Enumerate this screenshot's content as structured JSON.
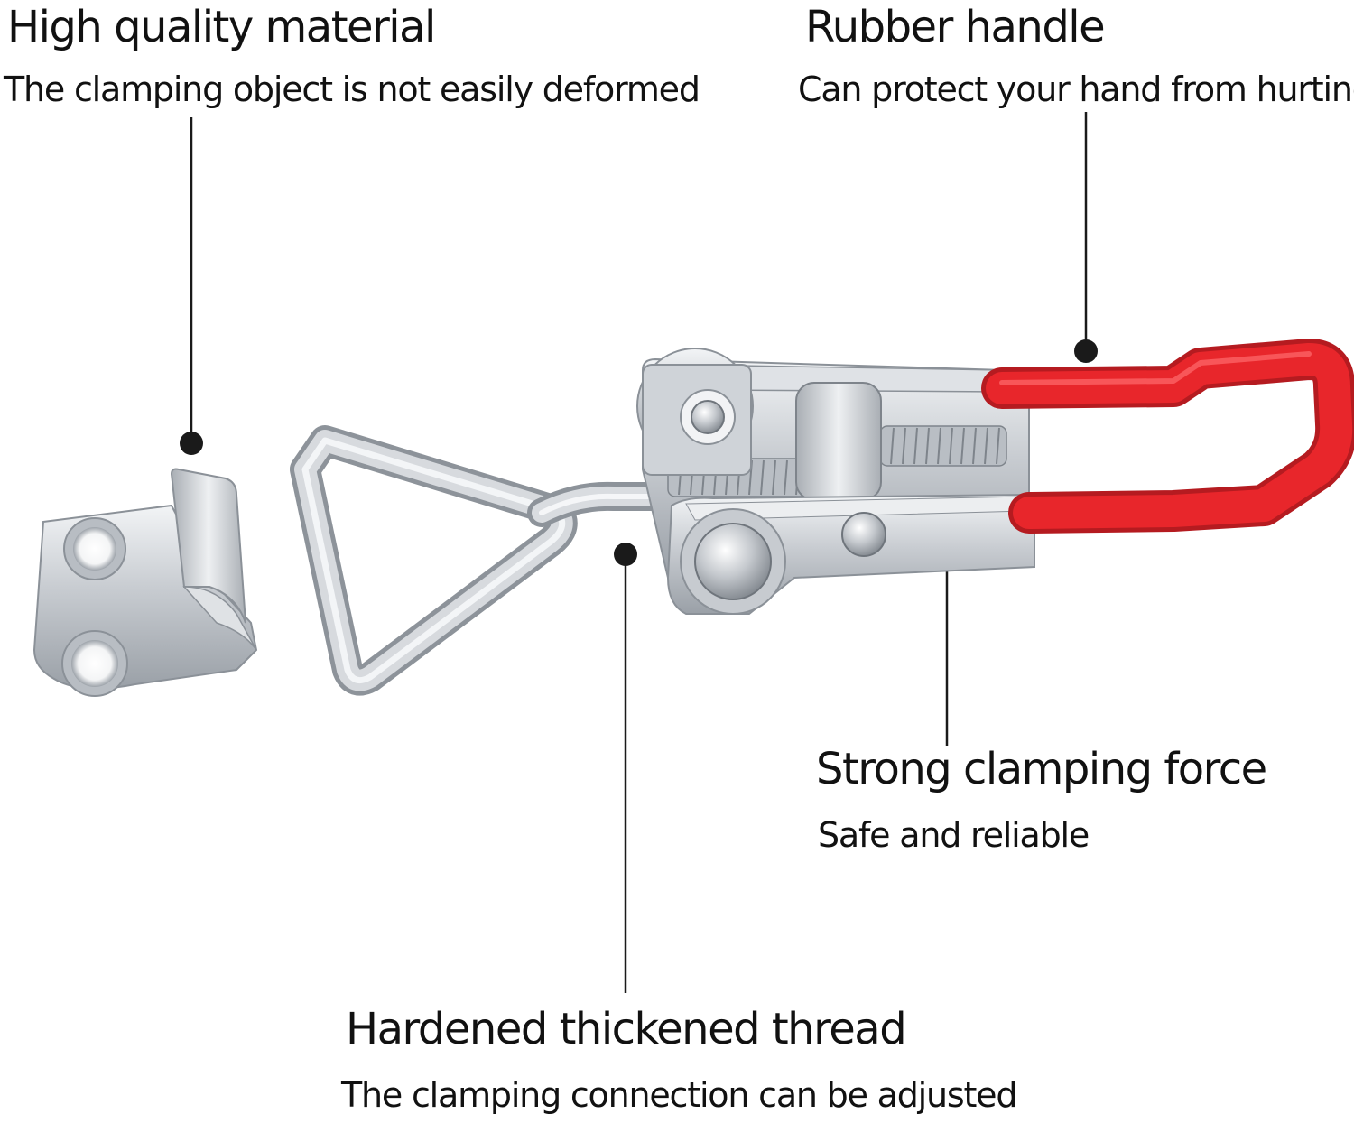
{
  "callouts": {
    "material": {
      "title": "High quality material",
      "subtitle": "The clamping object is not easily deformed"
    },
    "handle": {
      "title": "Rubber handle",
      "subtitle": "Can protect your hand from hurting"
    },
    "force": {
      "title": "Strong clamping force",
      "subtitle": "Safe and reliable"
    },
    "thread": {
      "title": "Hardened thickened thread",
      "subtitle": "The clamping connection can be adjusted"
    }
  },
  "colors": {
    "handle_red": "#e8262b",
    "metal": "#c9cdd2",
    "leader": "#1a1a1a"
  }
}
